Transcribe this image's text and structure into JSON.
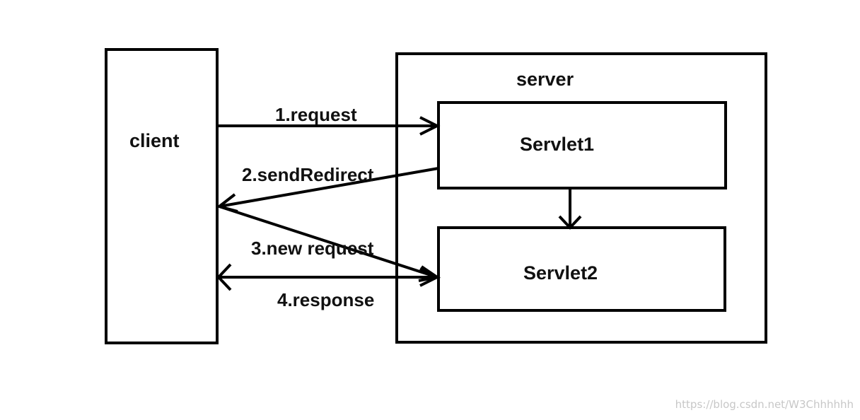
{
  "diagram": {
    "client_label": "client",
    "server_label": "server",
    "servlet1_label": "Servlet1",
    "servlet2_label": "Servlet2",
    "arrows": {
      "request": "1.request",
      "send_redirect": "2.sendRedirect",
      "new_request": "3.new request",
      "response": "4.response"
    }
  },
  "watermark": "https://blog.csdn.net/W3Chhhhhh",
  "colors": {
    "stroke": "#000000",
    "text": "#111111",
    "watermark": "#c7c7c7",
    "background": "#ffffff"
  }
}
